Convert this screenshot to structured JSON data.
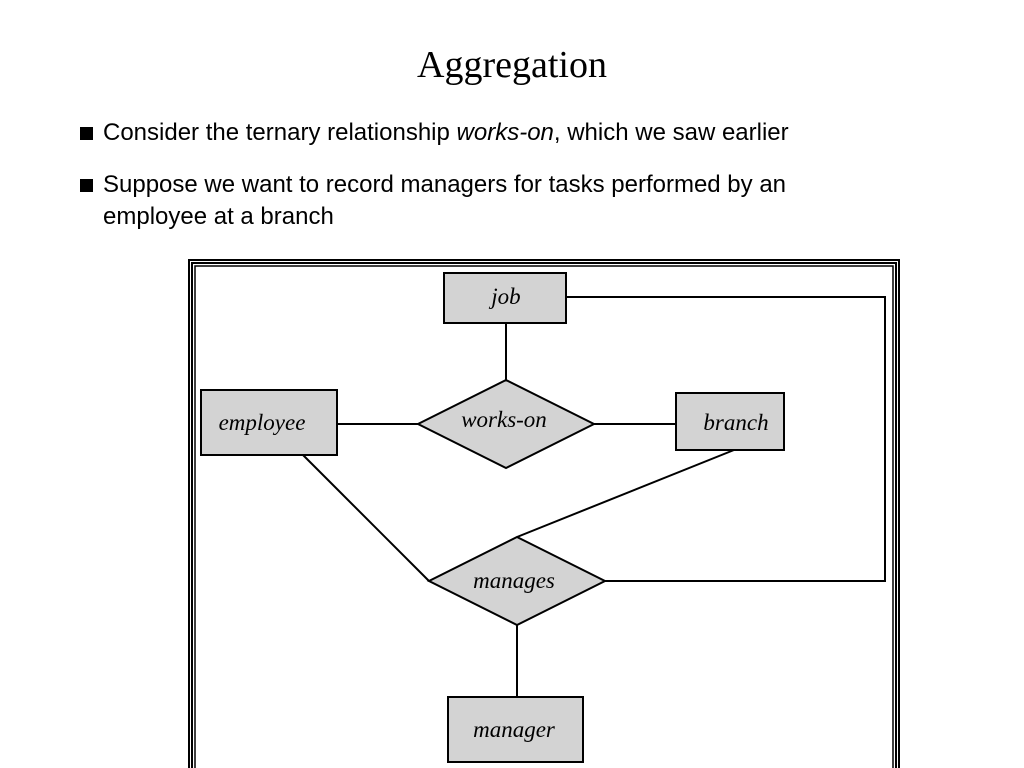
{
  "slide": {
    "title": "Aggregation",
    "bullets": [
      {
        "prefix": "Consider the ternary relationship ",
        "emphasis": "works-on",
        "suffix": ", which we saw earlier"
      },
      {
        "line1": "Suppose we want to record managers for tasks performed by an",
        "line2": "employee at a branch"
      }
    ]
  },
  "diagram": {
    "entities": {
      "job": "job",
      "employee": "employee",
      "branch": "branch",
      "manager": "manager"
    },
    "relationships": {
      "works_on": "works-on",
      "manages": "manages"
    },
    "colors": {
      "shape_fill": "#d3d3d3",
      "stroke": "#000000"
    }
  }
}
